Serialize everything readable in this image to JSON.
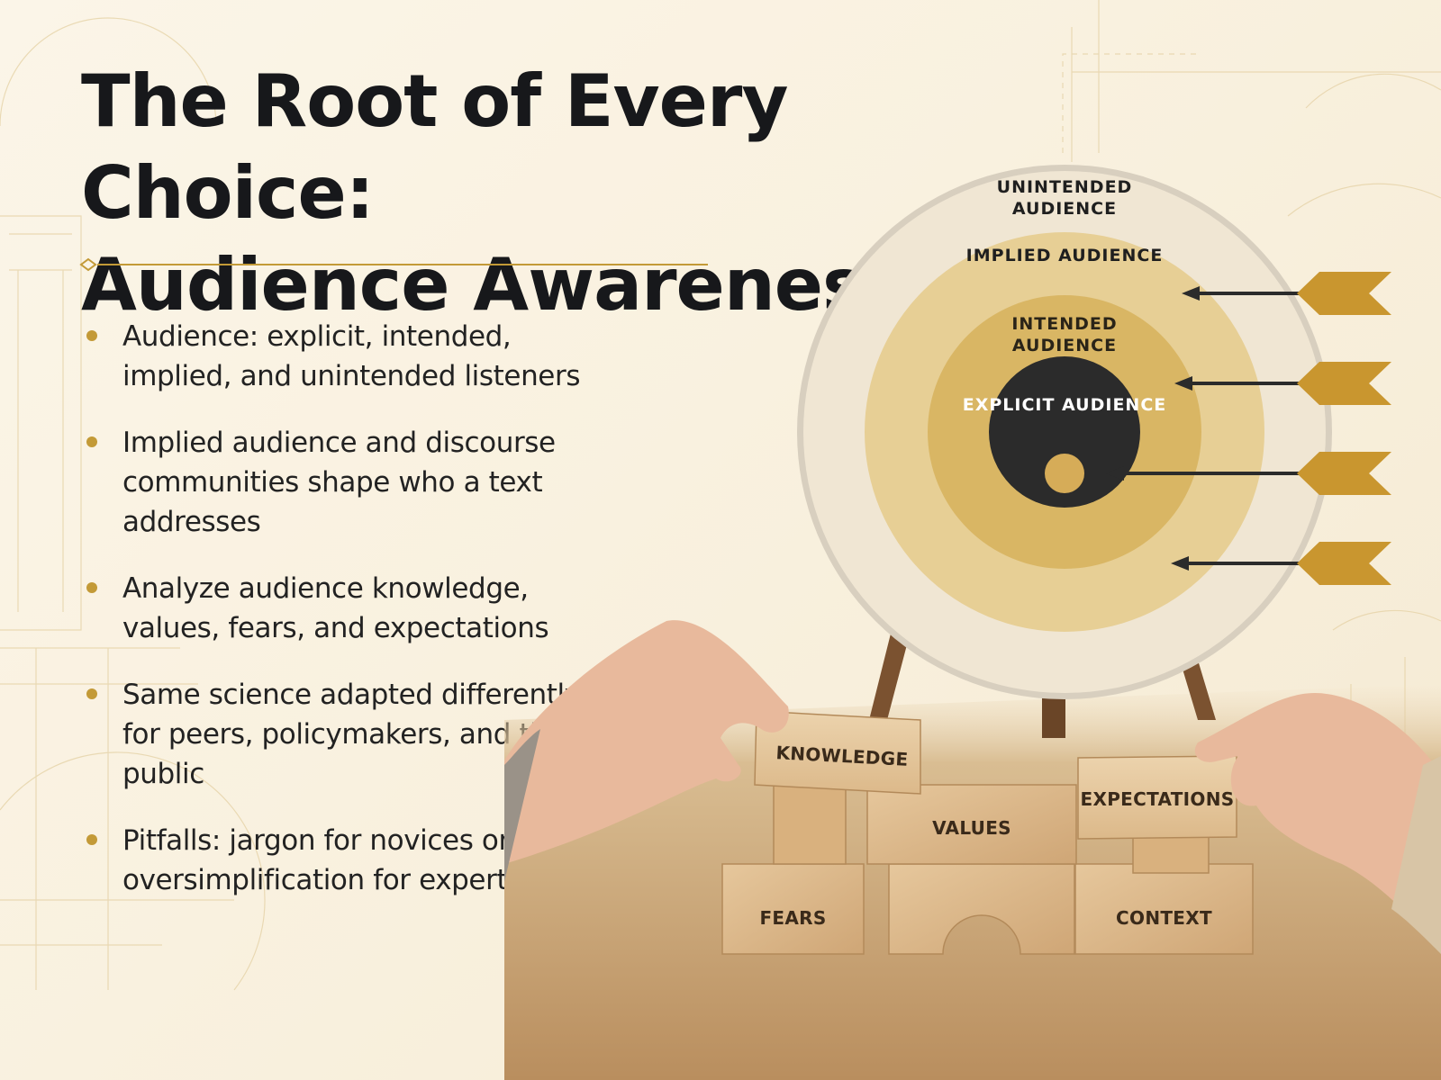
{
  "title": {
    "line1": "The Root of Every Choice:",
    "line2": "Audience Awareness"
  },
  "bullets": [
    "Audience: explicit, intended, implied, and unintended listeners",
    "Implied audience and discourse communities shape who a text addresses",
    "Analyze audience knowledge, values, fears, and expectations",
    "Same science adapted differently for peers, policymakers, and the public",
    "Pitfalls: jargon for novices or oversimplification for experts"
  ],
  "target": {
    "rings": {
      "unintended": "UNINTENDED AUDIENCE",
      "implied": "IMPLIED AUDIENCE",
      "intended": "INTENDED AUDIENCE",
      "explicit": "EXPLICIT AUDIENCE"
    }
  },
  "blocks": {
    "knowledge": "KNOWLEDGE",
    "values": "VALUES",
    "expectations": "EXPECTATIONS",
    "fears": "FEARS",
    "context": "CONTEXT"
  },
  "colors": {
    "accent_gold": "#c39a37",
    "title_text": "#17181b",
    "bullseye_dark": "#2b2b2b",
    "wood": "#d9b68a"
  }
}
